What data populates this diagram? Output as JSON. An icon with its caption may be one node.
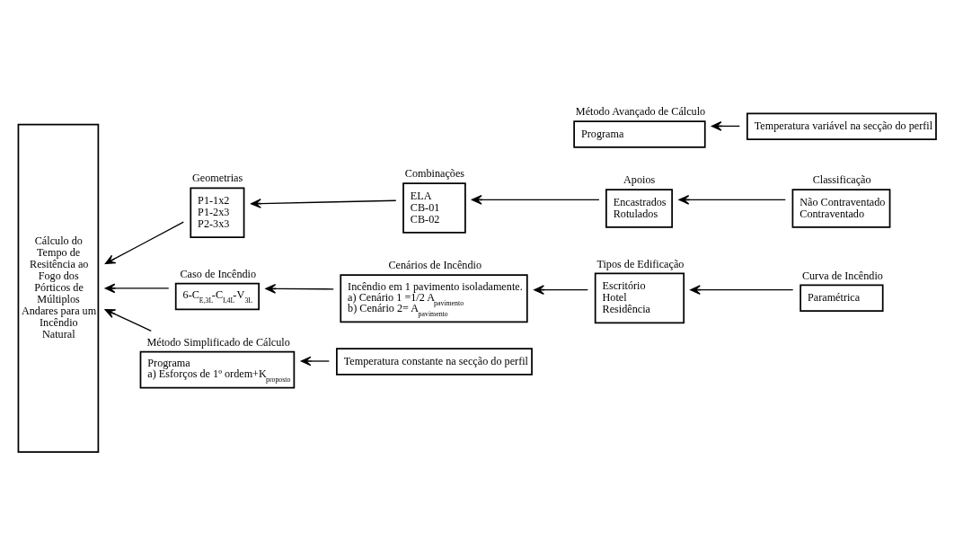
{
  "diagram": {
    "nodes": [
      {
        "text": [
          "Cálculo do Tempo de Resitência ao Fogo dos Pórticos de Múltiplos Andares para um Incêndio Natural"
        ]
      },
      {
        "text": [
          "Geometrias",
          "P1-1x2",
          "P1-2x3",
          "P2-3x3"
        ]
      },
      {
        "text": [
          "Combinações",
          "ELA",
          "CB-01",
          "CB-02"
        ]
      },
      {
        "text": [
          "Apoios",
          "Encastrados",
          "Rotulados"
        ]
      },
      {
        "text": [
          "Classificação",
          "Não Contraventado",
          "Contraventado"
        ]
      },
      {
        "text": [
          "Caso de Incêndio",
          "6-C$_{E,3L}$-C$_{I,4L}$-V$_{3L}$"
        ]
      },
      {
        "text": [
          "Cenários de Incêndio",
          "Incêndio em 1 pavimento isoladamente.",
          "a) Cenário 1 =1/2 A$_{pavimento}$",
          "b) Cenário 2= A$_{pavimento}$"
        ]
      },
      {
        "text": [
          "Tipos de Edificação",
          "Escritório",
          "Hotel",
          "Residência"
        ]
      },
      {
        "text": [
          "Curva de Incêndio",
          "Paramétrica"
        ]
      },
      {
        "text": [
          "Método Simplificado de Cálculo",
          "Programa",
          "a) Esforços de 1º ordem+K$_{proposto}$"
        ]
      },
      {
        "text": [
          "Temperatura constante na secção do perfil"
        ]
      },
      {
        "text": [
          "Método Avançado de Cálculo",
          "Programa"
        ]
      },
      {
        "text": [
          "Temperatura variável na secção do perfil"
        ]
      }
    ],
    "edges": [
      {
        "from": 4,
        "to": 3,
        "arrow": "to"
      },
      {
        "from": 3,
        "to": 2,
        "arrow": "to"
      },
      {
        "from": 2,
        "to": 1,
        "arrow": "to"
      },
      {
        "from": 1,
        "to": 0,
        "arrow": "to"
      },
      {
        "from": 8,
        "to": 7,
        "arrow": "to"
      },
      {
        "from": 7,
        "to": 6,
        "arrow": "to"
      },
      {
        "from": 6,
        "to": 5,
        "arrow": "to"
      },
      {
        "from": 5,
        "to": 0,
        "arrow": "to"
      },
      {
        "from": 10,
        "to": 9,
        "arrow": "to"
      },
      {
        "from": 9,
        "to": 0,
        "arrow": "to"
      },
      {
        "from": 12,
        "to": 11,
        "arrow": "to"
      }
    ]
  }
}
